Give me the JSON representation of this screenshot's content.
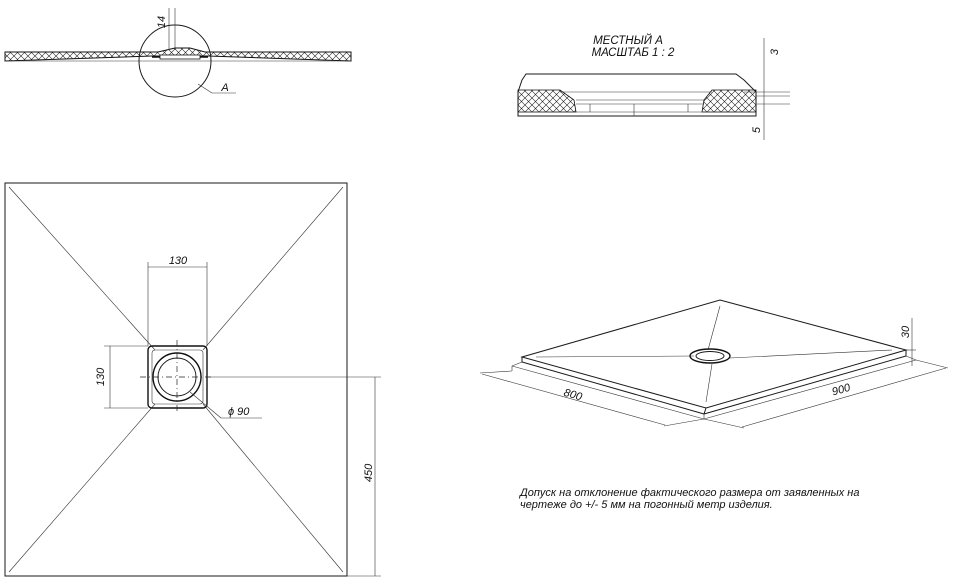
{
  "section_top": {
    "height_label": "14",
    "callout_label": "A"
  },
  "detail": {
    "title_line1": "МЕСТНЫЙ А",
    "title_line2": "МАСШТАБ 1 : 2",
    "dim_top": "3",
    "dim_bottom": "5"
  },
  "plan": {
    "drain_width": "130",
    "drain_height": "130",
    "drain_diameter": "ϕ 90",
    "offset": "450"
  },
  "iso": {
    "length": "800",
    "width": "900",
    "height": "30"
  },
  "note": {
    "line1": "Допуск на отклонение фактического размера от заявленных на",
    "line2": "чертеже до +/- 5 мм на погонный метр изделия."
  }
}
